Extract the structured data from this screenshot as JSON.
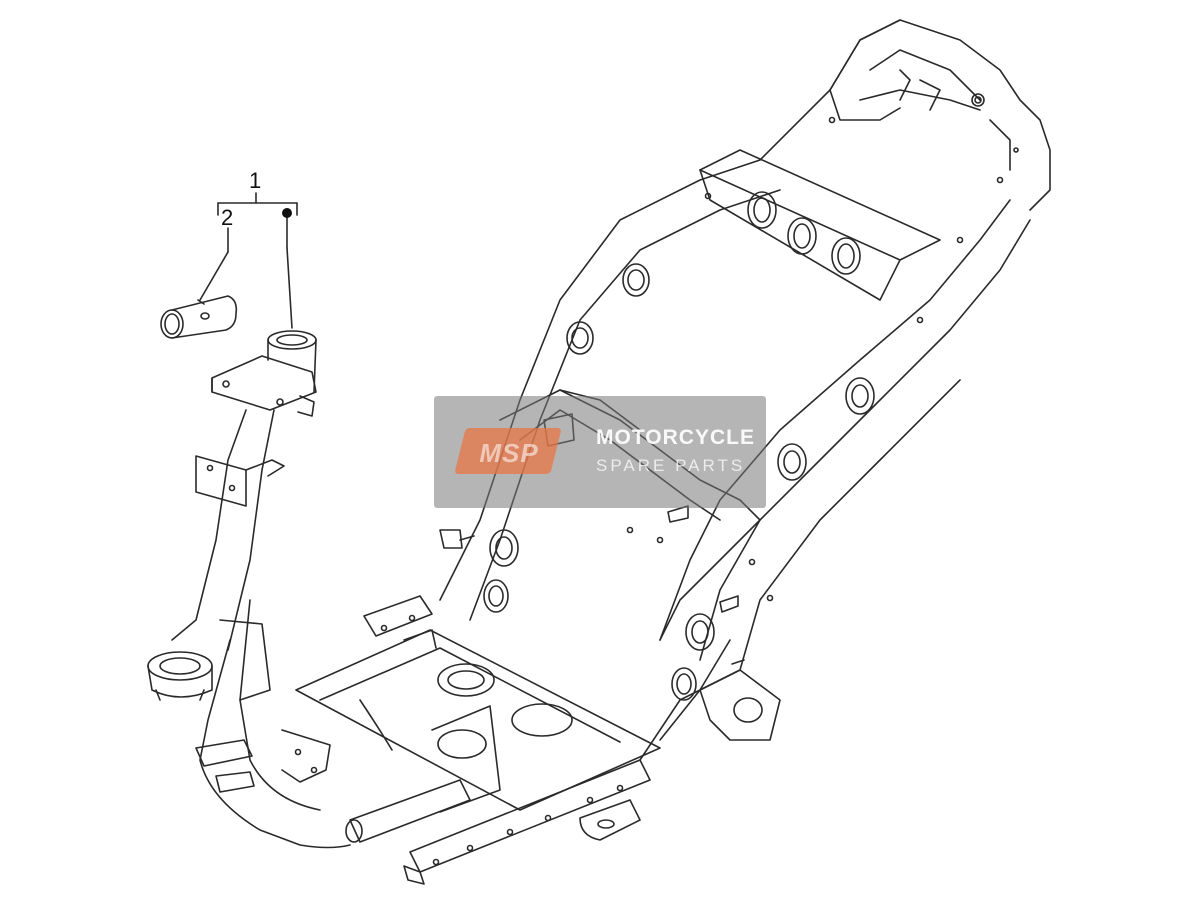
{
  "callouts": {
    "assembly": "1",
    "sleeve": "2"
  },
  "watermark": {
    "logo": "MSP",
    "line1": "MOTORCYCLE",
    "line2": "SPARE PARTS"
  },
  "colors": {
    "line": "#2a2a2a",
    "background": "#ffffff",
    "watermark_bg": "#7a7a7a",
    "watermark_accent": "#e97646"
  }
}
